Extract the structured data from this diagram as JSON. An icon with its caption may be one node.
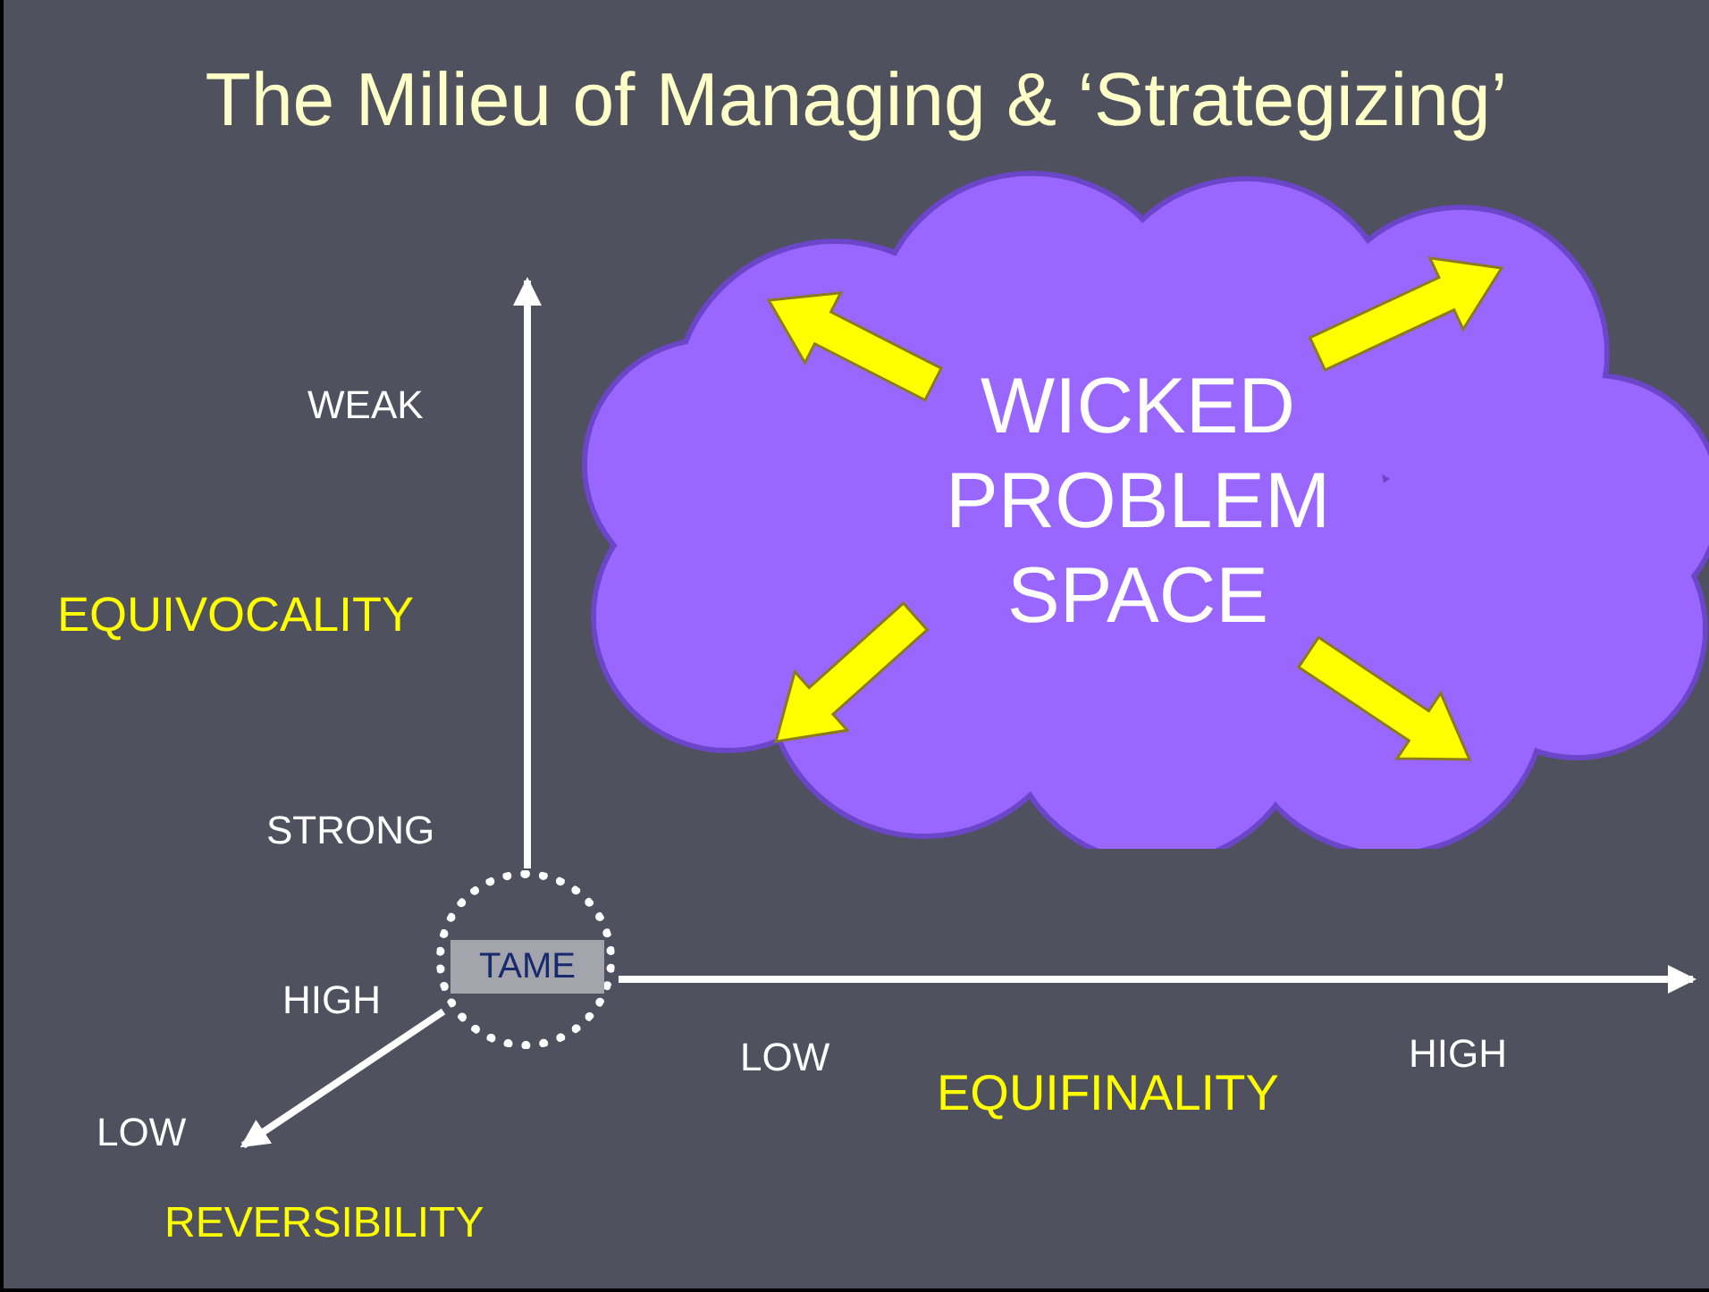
{
  "diagram": {
    "title": "The Milieu of Managing & ‘Strategizing’",
    "nodes": [
      {
        "text": [
          "WICKED PROBLEM SPACE"
        ]
      },
      {
        "text": [],
        "shape": "circle"
      },
      {
        "text": [
          "TAME"
        ],
        "in": 1
      }
    ],
    "labels": [
      "WEAK",
      "EQUIVOCALITY",
      "STRONG",
      "HIGH",
      "LOW",
      "REVERSIBILITY",
      "LOW",
      "EQUIFINALITY",
      "HIGH"
    ]
  }
}
